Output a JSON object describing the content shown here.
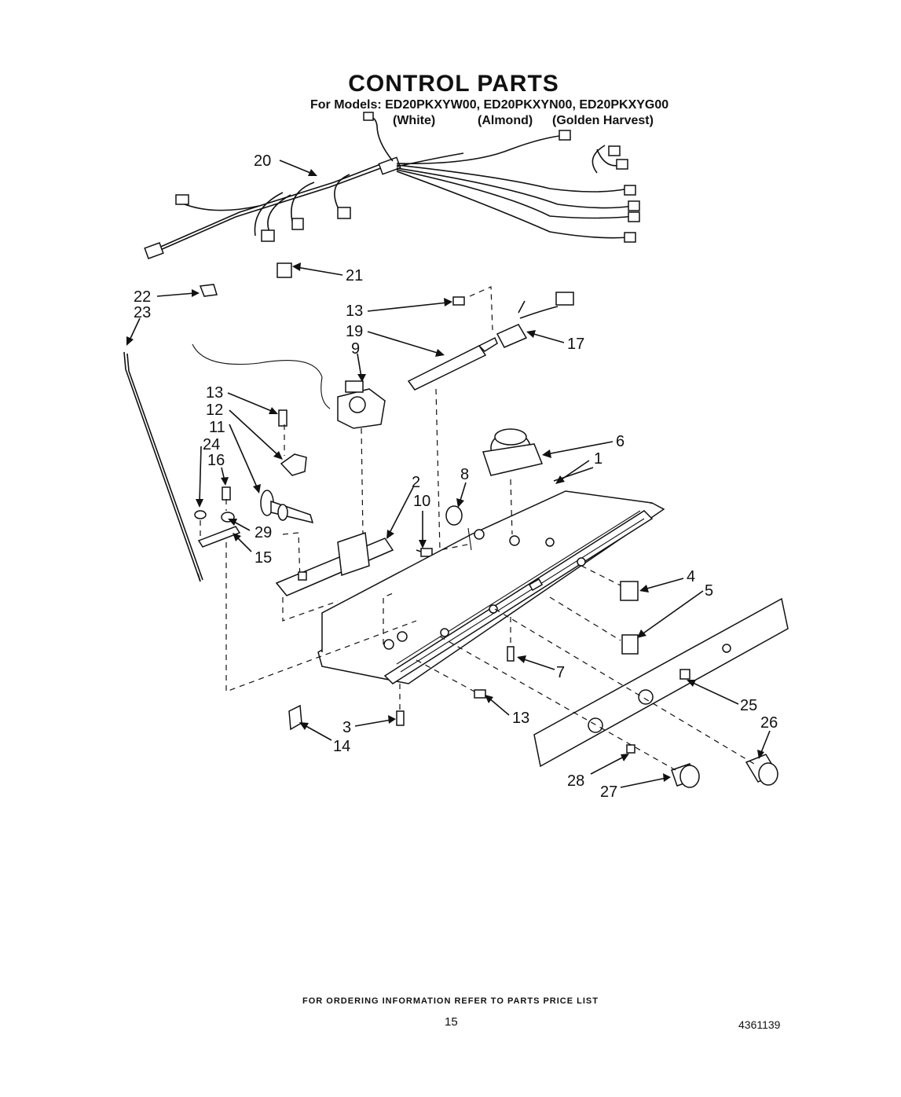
{
  "header": {
    "title": "CONTROL PARTS",
    "models_line": "For Models: ED20PKXYW00, ED20PKXYN00, ED20PKXYG00",
    "colors": [
      "(White)",
      "(Almond)",
      "(Golden Harvest)"
    ]
  },
  "callouts": {
    "c1": "1",
    "c2": "2",
    "c3": "3",
    "c4": "4",
    "c5": "5",
    "c6": "6",
    "c7": "7",
    "c8": "8",
    "c9": "9",
    "c10": "10",
    "c11": "11",
    "c12": "12",
    "c13a": "13",
    "c13b": "13",
    "c13c": "13",
    "c14": "14",
    "c15": "15",
    "c16": "16",
    "c17": "17",
    "c19": "19",
    "c20": "20",
    "c21": "21",
    "c22": "22",
    "c23": "23",
    "c24": "24",
    "c25": "25",
    "c26": "26",
    "c27": "27",
    "c28": "28",
    "c29": "29"
  },
  "footer": {
    "ordering_note": "FOR ORDERING INFORMATION REFER TO PARTS PRICE LIST",
    "page_number": "15",
    "document_number": "4361139"
  }
}
